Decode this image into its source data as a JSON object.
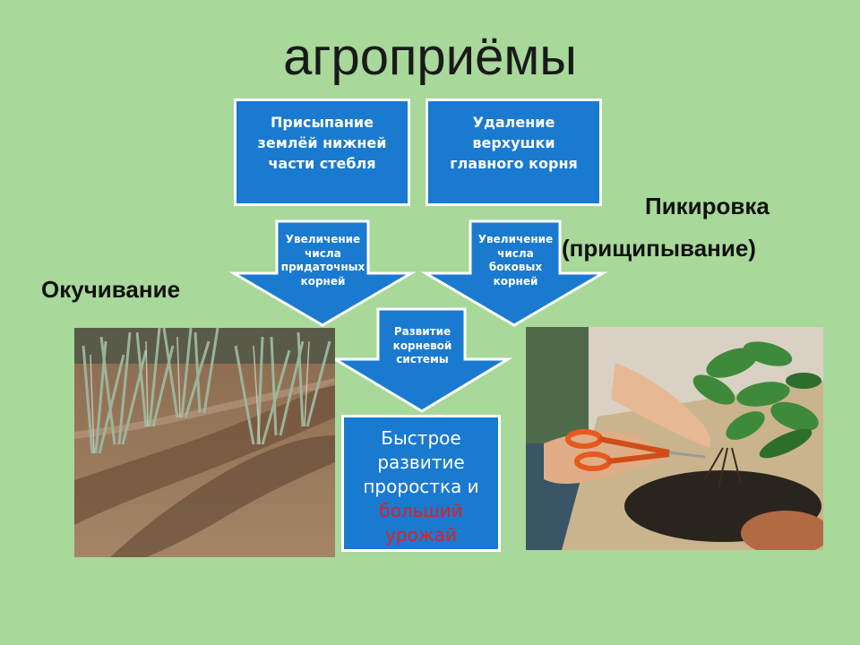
{
  "title": "агроприёмы",
  "boxes": {
    "hilling_technique": "Присыпание землёй нижней части стебля",
    "pinching_technique": "Удаление верхушки главного корня"
  },
  "arrows": {
    "left": "Увеличение числа придаточных корней",
    "right": "Увеличение числа боковых корней",
    "center": "Развитие корневой системы"
  },
  "result": {
    "line_normal": "Быстрое развитие проростка и",
    "line_red_1": "больший",
    "line_red_2": "урожай"
  },
  "labels": {
    "hilling": "Окучивание",
    "pinching_1": "Пикировка",
    "pinching_2": "(прищипывание)"
  },
  "colors": {
    "background": "#a8d89a",
    "box": "#1a7ad0",
    "highlight": "#e02020"
  }
}
